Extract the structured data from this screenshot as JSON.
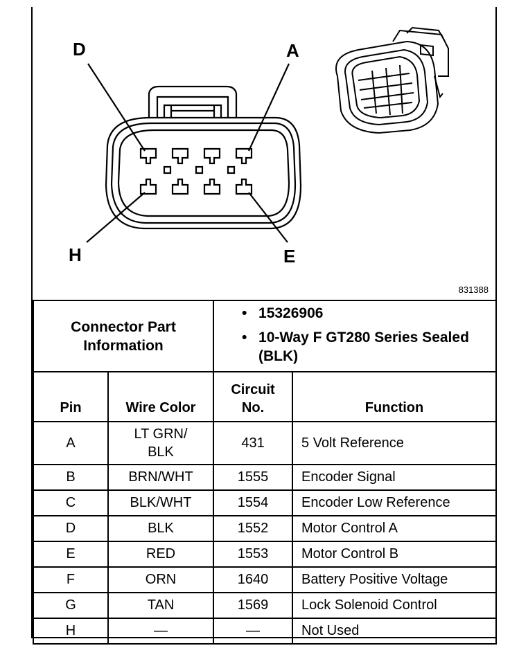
{
  "figure": {
    "pin_labels": [
      "D",
      "A",
      "H",
      "E"
    ],
    "figure_id": "831388"
  },
  "connector_info": {
    "label": "Connector Part Information",
    "items": [
      "15326906",
      "10-Way F GT280 Series Sealed (BLK)"
    ]
  },
  "table": {
    "headers": {
      "pin": "Pin",
      "wire_color": "Wire Color",
      "circuit": "Circuit No.",
      "function": "Function"
    },
    "rows": [
      {
        "pin": "A",
        "wire_color": "LT GRN/ BLK",
        "circuit": "431",
        "function": "5 Volt Reference"
      },
      {
        "pin": "B",
        "wire_color": "BRN/WHT",
        "circuit": "1555",
        "function": "Encoder Signal"
      },
      {
        "pin": "C",
        "wire_color": "BLK/WHT",
        "circuit": "1554",
        "function": "Encoder Low Reference"
      },
      {
        "pin": "D",
        "wire_color": "BLK",
        "circuit": "1552",
        "function": "Motor Control A"
      },
      {
        "pin": "E",
        "wire_color": "RED",
        "circuit": "1553",
        "function": "Motor Control B"
      },
      {
        "pin": "F",
        "wire_color": "ORN",
        "circuit": "1640",
        "function": "Battery Positive Voltage"
      },
      {
        "pin": "G",
        "wire_color": "TAN",
        "circuit": "1569",
        "function": "Lock Solenoid Control"
      },
      {
        "pin": "H",
        "wire_color": "—",
        "circuit": "—",
        "function": "Not Used"
      }
    ]
  }
}
